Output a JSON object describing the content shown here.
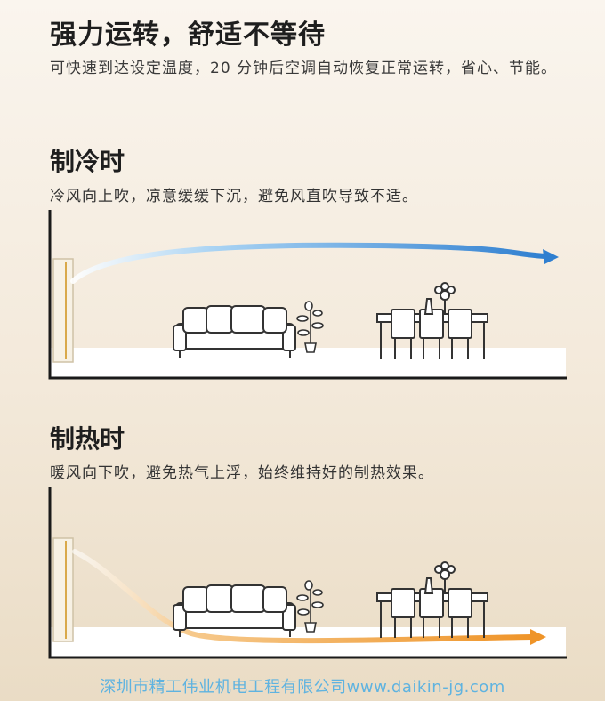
{
  "header": {
    "title": "强力运转，舒适不等待",
    "intro": "可快速到达设定温度，20 分钟后空调自动恢复正常运转，省心、节能。"
  },
  "cooling": {
    "title": "制冷时",
    "description": "冷风向上吹，凉意缓缓下沉，避免风直吹导致不适。",
    "airflow_color": "#2f7fd0"
  },
  "heating": {
    "title": "制热时",
    "description": "暖风向下吹，避免热气上浮，始终维持好的制热效果。",
    "airflow_color": "#ef9428"
  },
  "watermark": "深圳市精工伟业机电工程有限公司www.daikin-jg.com"
}
